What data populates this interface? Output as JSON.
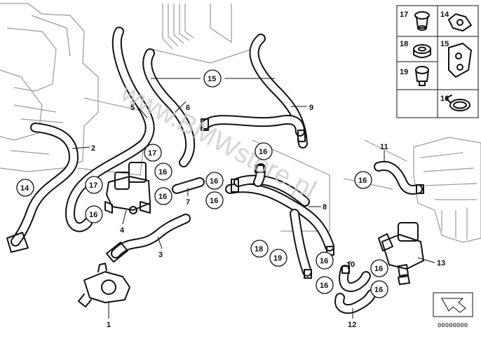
{
  "watermark": "www.BMWstore.pl",
  "document_number": "00000000",
  "part_labels": {
    "p1": "1",
    "p2": "2",
    "p3": "3",
    "p4": "4",
    "p5": "5",
    "p6": "6",
    "p7": "7",
    "p8": "8",
    "p9": "9",
    "p10": "10",
    "p11": "11",
    "p12": "12",
    "p13": "13"
  },
  "callouts": {
    "c14": "14",
    "c15": "15",
    "c16": "16",
    "c17": "17",
    "c18": "18",
    "c19": "19"
  },
  "legend": {
    "n17": "17",
    "n14": "14",
    "n18": "18",
    "n15": "15",
    "n19": "19",
    "n16": "16"
  }
}
